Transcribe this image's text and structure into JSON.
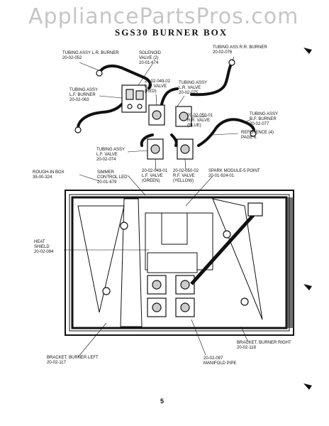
{
  "watermark": "AppliancePartsPros.com",
  "title": "SGS30 BURNER BOX",
  "page_number": "5",
  "labels": {
    "tubing_lr": [
      "TUBING ASSY L.R. BURNER",
      "20-02-052"
    ],
    "solenoid": [
      "SOLENOID",
      "VALVE (2)",
      "20-01-674"
    ],
    "tubing_rr": [
      "TUBING ASS R.R. BURNER",
      "20-02-076"
    ],
    "tubing_lf_burner": [
      "TUBING ASSY",
      "L.F. BURNER",
      "20-02-063"
    ],
    "lr_valve_red": [
      "20-02-049-02",
      "L.R. VALVE",
      "(RED)"
    ],
    "tubing_lr_valve": [
      "TUBING ASSY",
      "L.R. VALVE",
      "20-02-075"
    ],
    "rr_valve_blue": [
      "20-02-050-01",
      "R.R. VALVE",
      "(BLUE)"
    ],
    "tubing_rf_burner": [
      "TUBING ASSY",
      "R.F. BURNER",
      "20-02-077"
    ],
    "reference": [
      "REFERENCE (4)",
      "PAGE 6."
    ],
    "tubing_lf_valve": [
      "TUBING ASSY",
      "L.F. VALVE",
      "20-02-074"
    ],
    "rough_in": [
      "ROUGH-IN BOX",
      "35-00-324"
    ],
    "simmer_led": [
      "SIMMER",
      "CONTROL LED",
      "20-01-679"
    ],
    "lf_valve_green": [
      "20-02-049-01",
      "L.F. VALVE",
      "(GREEN)"
    ],
    "rf_valve_yellow": [
      "20-02-050-02",
      "R.F. VALVE",
      "(YELLOW)"
    ],
    "spark_module": [
      "SPARK MODULE-5 POINT",
      "20-01-924-01"
    ],
    "heat_shield": [
      "HEAT",
      "SHIELD",
      "20-02-094"
    ],
    "bracket_left": [
      "BRACKET, BURNER LEFT",
      "20-02-117"
    ],
    "manifold": [
      "20-02-097",
      "MANIFOLD PIPE"
    ],
    "bracket_right": [
      "BRACKET, BURNER RIGHT",
      "20-02-118"
    ]
  }
}
